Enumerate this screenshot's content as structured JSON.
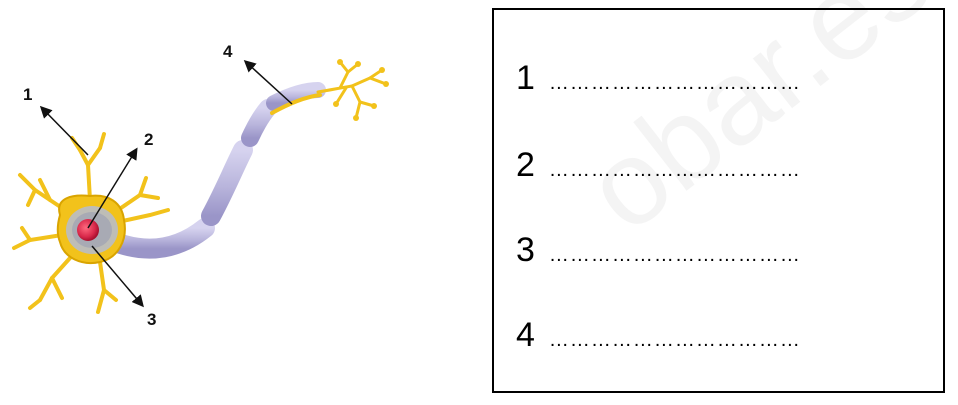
{
  "diagram": {
    "labels": [
      "1",
      "2",
      "3",
      "4"
    ],
    "colors": {
      "dendrite": "#f2c21b",
      "dendrite_edge": "#d9a400",
      "nucleus": "#d8284a",
      "soma_inner": "#b8bcc8",
      "axon": "#b9b5dc",
      "axon_edge": "#9590c4",
      "arrow": "#111111"
    }
  },
  "answers": [
    {
      "number": "1",
      "dots": "………………………………"
    },
    {
      "number": "2",
      "dots": "………………………………"
    },
    {
      "number": "3",
      "dots": "………………………………"
    },
    {
      "number": "4",
      "dots": "………………………………"
    }
  ],
  "watermark": "obar.es"
}
